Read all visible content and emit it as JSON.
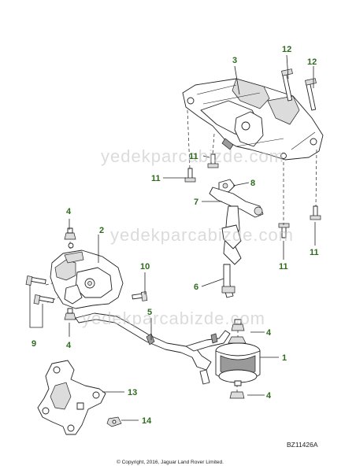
{
  "watermarks": [
    "yedekparcabizde.com",
    "yedekparcabizde.com",
    "yedekparcabizde.com"
  ],
  "callouts": {
    "c1": "1",
    "c2": "2",
    "c3": "3",
    "c4a": "4",
    "c4b": "4",
    "c4c": "4",
    "c4d": "4",
    "c5": "5",
    "c6": "6",
    "c7": "7",
    "c8": "8",
    "c9": "9",
    "c10": "10",
    "c11a": "11",
    "c11b": "11",
    "c11c": "11",
    "c11d": "11",
    "c12a": "12",
    "c12b": "12",
    "c13": "13",
    "c14": "14"
  },
  "reference_code": "BZ11426A",
  "copyright": "© Copyright, 2016, Jaguar Land Rover Limited."
}
